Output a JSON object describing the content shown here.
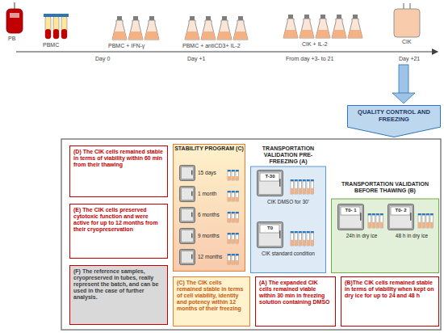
{
  "diagram": {
    "nodes": [
      {
        "text": [
          "QUALITY CONTROL AND FREEZING"
        ]
      },
      {
        "text": [
          "(D) The CIK cells remained stable in terms of viability within 60 min from their thawing"
        ]
      },
      {
        "text": [
          "(E) The CIK cells preserved cytotoxic function and were active for up to 12 months from their cryopreservation"
        ]
      },
      {
        "text": [
          "(F) The reference samples, cryopreserved in tubes, really represent the batch, and can be used in the case of further analysis."
        ]
      },
      {
        "text": [
          "STABILITY PROGRAM (C)"
        ]
      },
      {
        "text": [
          "15 days"
        ],
        "in": 4
      },
      {
        "text": [
          "1 month"
        ],
        "in": 4
      },
      {
        "text": [
          "6 months"
        ],
        "in": 4
      },
      {
        "text": [
          "9 months"
        ],
        "in": 4
      },
      {
        "text": [
          "12 months"
        ],
        "in": 4
      },
      {
        "text": [
          "(C) The CIK cells remained stable in terms of cell viability, identity and potency within 12 months of their freezing"
        ]
      },
      {
        "text": [
          "TRANSPORTATION VALIDATION PRE-FREEZING (A)"
        ]
      },
      {
        "text": [
          "T-30",
          "CIK DMSO for 30'"
        ],
        "in": 11
      },
      {
        "text": [
          "T0",
          "CIK standard condition"
        ],
        "in": 11
      },
      {
        "text": [
          "(A) The expanded CIK cells remained viable within 30 min in freezing solution containing DMSO"
        ]
      },
      {
        "text": [
          "TRANSPORTATION VALIDATION BEFORE THAWING (B)"
        ]
      },
      {
        "text": [
          "T0- 1",
          "24h in dry ice"
        ],
        "in": 15
      },
      {
        "text": [
          "T0- 2",
          "48 h in dry ice"
        ],
        "in": 15
      },
      {
        "text": [
          "(B)The CIK cells remained stable in terms of viability when kept on dry ice for up to 24 and 48 h"
        ]
      }
    ],
    "labels": [
      "PB",
      "PBMC",
      "PBMC + IFN-γ",
      "Day 0",
      "PBMC + antiCD3+ IL-2",
      "Day +1",
      "CIK + IL-2",
      "From day +3- to 21",
      "CIK",
      "Day +21"
    ]
  }
}
